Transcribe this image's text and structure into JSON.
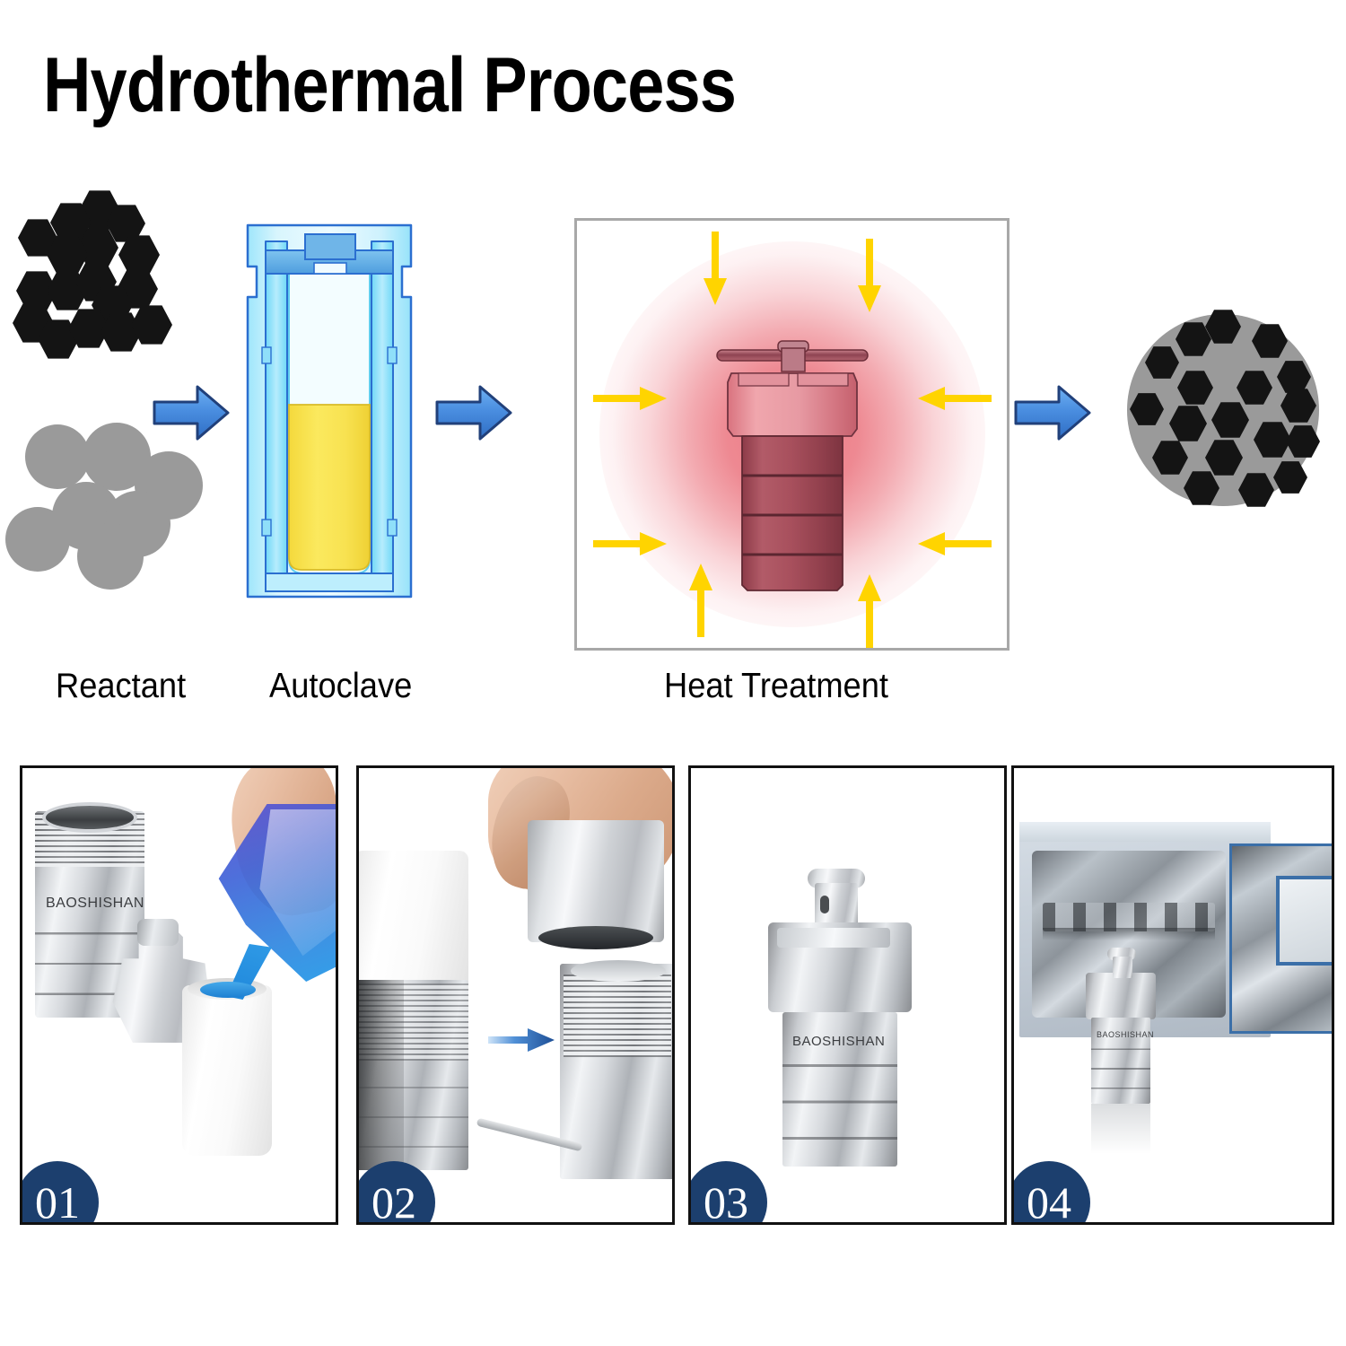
{
  "page": {
    "title": "Hydrothermal Process",
    "background": "#ffffff"
  },
  "colors": {
    "title": "#000000",
    "arrow_blue_light": "#57a0ee",
    "arrow_blue_dark": "#2f5fa8",
    "hexagon_black": "#141414",
    "particle_gray": "#9a9a9a",
    "autoclave_cyan": "#5fd3f5",
    "autoclave_liquid_yellow": "#f7e04f",
    "heat_red": "#e9606e",
    "heat_arrow_yellow": "#ffd400",
    "panel_border_gray": "#a8a8a8",
    "badge_navy": "#1c3f6e",
    "photo_border": "#111111"
  },
  "diagram": {
    "stages": [
      {
        "id": "reactant",
        "label": "Reactant"
      },
      {
        "id": "autoclave",
        "label": "Autoclave"
      },
      {
        "id": "heat",
        "label": "Heat Treatment"
      }
    ],
    "reactant": {
      "hexagon_count": 17,
      "circle_count": 7,
      "hexagon_color": "#141414",
      "circle_color": "#9a9a9a"
    },
    "autoclave": {
      "vessel_color": "#5fd3f5",
      "liquid_color": "#f7e04f",
      "liquid_fill_fraction": 0.48
    },
    "heat_treatment": {
      "glow_color": "#e9606e",
      "arrow_color": "#ffd400",
      "arrow_count": 8,
      "vessel_color": "#a8424f"
    },
    "product": {
      "disc_color": "#9a9a9a",
      "hexagon_color": "#141414",
      "hexagon_count": 18
    },
    "arrows": [
      {
        "id": "arrow-reactant-to-autoclave"
      },
      {
        "id": "arrow-autoclave-to-heat"
      },
      {
        "id": "arrow-heat-to-product"
      }
    ]
  },
  "photos": [
    {
      "id": "panel-01",
      "number": "01",
      "caption_engraving": "BAOSHISHAN",
      "description": "Pouring blue reactant solution into the PTFE liner"
    },
    {
      "id": "panel-02",
      "number": "02",
      "caption_engraving": "",
      "description": "Inserting the PTFE liner into the stainless steel body"
    },
    {
      "id": "panel-03",
      "number": "03",
      "caption_engraving": "BAOSHISHAN",
      "description": "Fully assembled hydrothermal autoclave reactor"
    },
    {
      "id": "panel-04",
      "number": "04",
      "caption_engraving": "BAOSHISHAN",
      "description": "Autoclave placed in front of a drying oven"
    }
  ]
}
